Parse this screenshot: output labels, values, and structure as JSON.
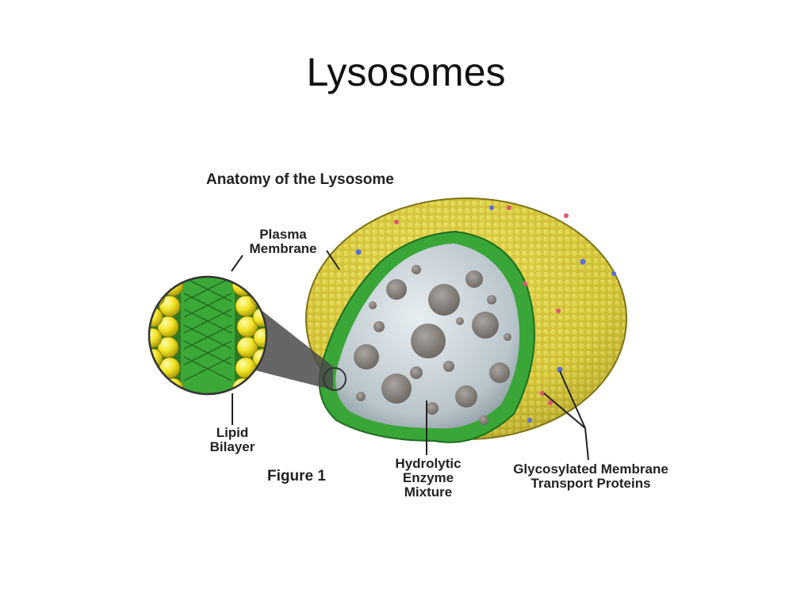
{
  "slide": {
    "title": "Lysosomes"
  },
  "figure": {
    "heading": "Anatomy of the Lysosome",
    "caption": "Figure 1",
    "labels": {
      "plasma_membrane": [
        "Plasma",
        "Membrane"
      ],
      "lipid_bilayer": [
        "Lipid",
        "Bilayer"
      ],
      "enzyme_mixture": [
        "Hydrolytic",
        "Enzyme",
        "Mixture"
      ],
      "transport_proteins": [
        "Glycosylated Membrane",
        "Transport Proteins"
      ]
    }
  },
  "colors": {
    "membrane_yellow": "#d8c83a",
    "membrane_shadow": "#8a7d1c",
    "bilayer_green": "#3aa83a",
    "lumen_gray": "#c9d3d8",
    "enzyme_gray": "#8f8a86",
    "protein_blue": "#5a6fd8",
    "protein_red": "#d85a6f",
    "label_text": "#222222"
  }
}
